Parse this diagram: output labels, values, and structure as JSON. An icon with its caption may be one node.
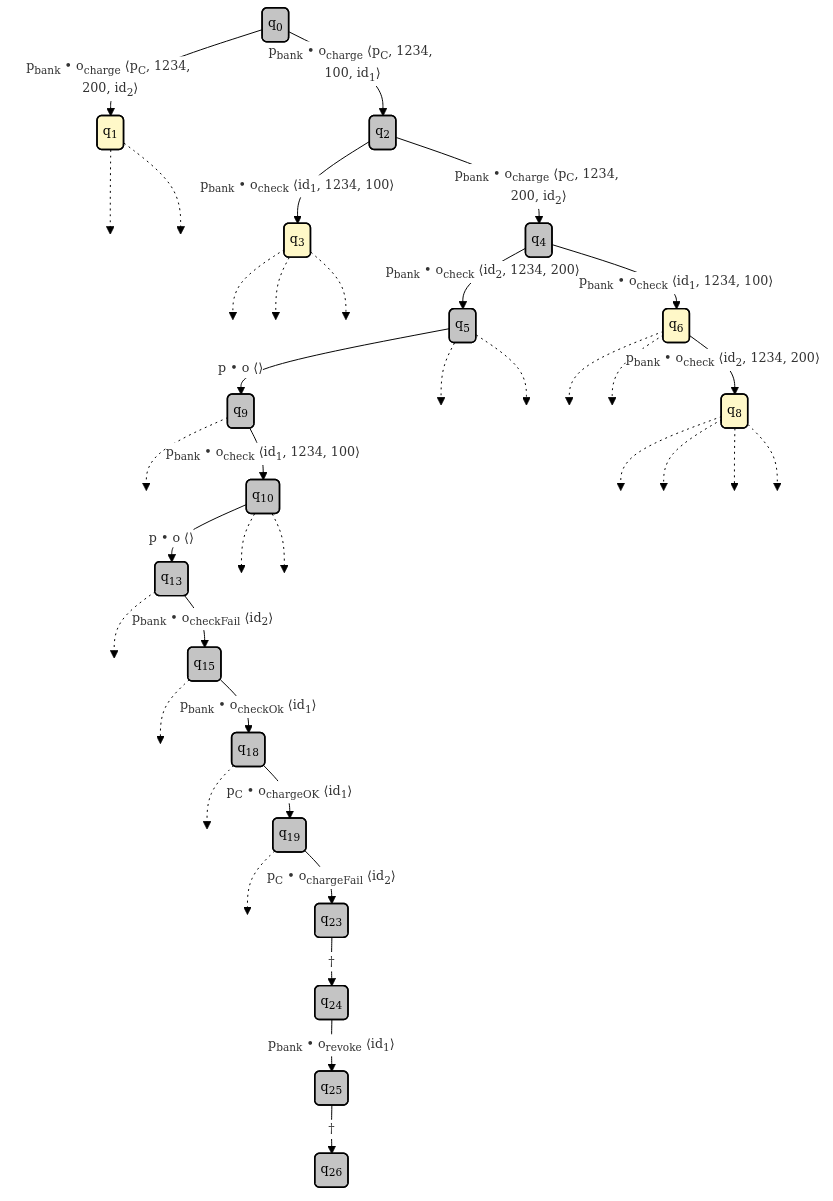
{
  "diagram": {
    "nodes": [
      {
        "text": [
          "q$_{0}$"
        ]
      },
      {
        "text": [
          "q$_{1}$"
        ]
      },
      {
        "text": [
          "q$_{2}$"
        ]
      },
      {
        "text": [
          "q$_{3}$"
        ]
      },
      {
        "text": [
          "q$_{4}$"
        ]
      },
      {
        "text": [
          "q$_{5}$"
        ]
      },
      {
        "text": [
          "q$_{6}$"
        ]
      },
      {
        "text": [
          "q$_{9}$"
        ]
      },
      {
        "text": [
          "q$_{10}$"
        ]
      },
      {
        "text": [
          "q$_{8}$"
        ]
      },
      {
        "text": [
          "q$_{13}$"
        ]
      },
      {
        "text": [
          "q$_{15}$"
        ]
      },
      {
        "text": [
          "q$_{18}$"
        ]
      },
      {
        "text": [
          "q$_{19}$"
        ]
      },
      {
        "text": [
          "q$_{23}$"
        ]
      },
      {
        "text": [
          "q$_{24}$"
        ]
      },
      {
        "text": [
          "q$_{25}$"
        ]
      },
      {
        "text": [
          "q$_{26}$"
        ]
      }
    ],
    "edges": [
      {
        "from": 0,
        "to": 1,
        "arrow": "to",
        "label": "p$_{bank}$ • o$_{charge}$ ⟨p$_{C}$, 1234, 200, id$_{2}$⟩"
      },
      {
        "from": 0,
        "to": 2,
        "arrow": "to",
        "label": "p$_{bank}$ • o$_{charge}$ ⟨p$_{C}$, 1234, 100, id$_{1}$⟩"
      },
      {
        "from": 1,
        "to": null,
        "arrow": "to",
        "style": "dashed"
      },
      {
        "from": 1,
        "to": null,
        "arrow": "to",
        "style": "dashed"
      },
      {
        "from": 2,
        "to": 3,
        "arrow": "to",
        "label": "p$_{bank}$ • o$_{check}$ ⟨id$_{1}$, 1234, 100⟩"
      },
      {
        "from": 2,
        "to": 4,
        "arrow": "to",
        "label": "p$_{bank}$ • o$_{charge}$ ⟨p$_{C}$, 1234, 200, id$_{2}$⟩"
      },
      {
        "from": 3,
        "to": null,
        "arrow": "to",
        "style": "dashed"
      },
      {
        "from": 3,
        "to": null,
        "arrow": "to",
        "style": "dashed"
      },
      {
        "from": 3,
        "to": null,
        "arrow": "to",
        "style": "dashed"
      },
      {
        "from": 4,
        "to": 5,
        "arrow": "to",
        "label": "p$_{bank}$ • o$_{check}$ ⟨id$_{2}$, 1234, 200⟩"
      },
      {
        "from": 4,
        "to": 6,
        "arrow": "to",
        "label": "p$_{bank}$ • o$_{check}$ ⟨id$_{1}$, 1234, 100⟩"
      },
      {
        "from": 5,
        "to": 7,
        "arrow": "to",
        "label": "p • o ⟨⟩"
      },
      {
        "from": 5,
        "to": null,
        "arrow": "to",
        "style": "dashed"
      },
      {
        "from": 5,
        "to": null,
        "arrow": "to",
        "style": "dashed"
      },
      {
        "from": 6,
        "to": null,
        "arrow": "to",
        "style": "dashed"
      },
      {
        "from": 6,
        "to": null,
        "arrow": "to",
        "style": "dashed"
      },
      {
        "from": 6,
        "to": 9,
        "arrow": "to",
        "label": "p$_{bank}$ • o$_{check}$ ⟨id$_{2}$, 1234, 200⟩"
      },
      {
        "from": 7,
        "to": null,
        "arrow": "to",
        "style": "dashed"
      },
      {
        "from": 7,
        "to": 8,
        "arrow": "to",
        "label": "p$_{bank}$ • o$_{check}$ ⟨id$_{1}$, 1234, 100⟩"
      },
      {
        "from": 8,
        "to": 10,
        "arrow": "to",
        "label": "p • o ⟨⟩"
      },
      {
        "from": 8,
        "to": null,
        "arrow": "to",
        "style": "dashed"
      },
      {
        "from": 8,
        "to": null,
        "arrow": "to",
        "style": "dashed"
      },
      {
        "from": 9,
        "to": null,
        "arrow": "to",
        "style": "dashed"
      },
      {
        "from": 9,
        "to": null,
        "arrow": "to",
        "style": "dashed"
      },
      {
        "from": 9,
        "to": null,
        "arrow": "to",
        "style": "dashed"
      },
      {
        "from": 9,
        "to": null,
        "arrow": "to",
        "style": "dashed"
      },
      {
        "from": 10,
        "to": null,
        "arrow": "to",
        "style": "dashed"
      },
      {
        "from": 10,
        "to": 11,
        "arrow": "to",
        "label": "p$_{bank}$ • o$_{checkFail}$ ⟨id$_{2}$⟩"
      },
      {
        "from": 11,
        "to": null,
        "arrow": "to",
        "style": "dashed"
      },
      {
        "from": 11,
        "to": 12,
        "arrow": "to",
        "label": "p$_{bank}$ • o$_{checkOk}$ ⟨id$_{1}$⟩"
      },
      {
        "from": 12,
        "to": null,
        "arrow": "to",
        "style": "dashed"
      },
      {
        "from": 12,
        "to": 13,
        "arrow": "to",
        "label": "p$_{C}$ • o$_{chargeOK}$ ⟨id$_{1}$⟩"
      },
      {
        "from": 13,
        "to": null,
        "arrow": "to",
        "style": "dashed"
      },
      {
        "from": 13,
        "to": 14,
        "arrow": "to",
        "label": "p$_{C}$ • o$_{chargeFail}$ ⟨id$_{2}$⟩"
      },
      {
        "from": 14,
        "to": 15,
        "arrow": "to",
        "label": "†"
      },
      {
        "from": 15,
        "to": 16,
        "arrow": "to",
        "label": "p$_{bank}$ • o$_{revoke}$ ⟨id$_{1}$⟩"
      },
      {
        "from": 16,
        "to": 17,
        "arrow": "to",
        "label": "†"
      }
    ]
  }
}
